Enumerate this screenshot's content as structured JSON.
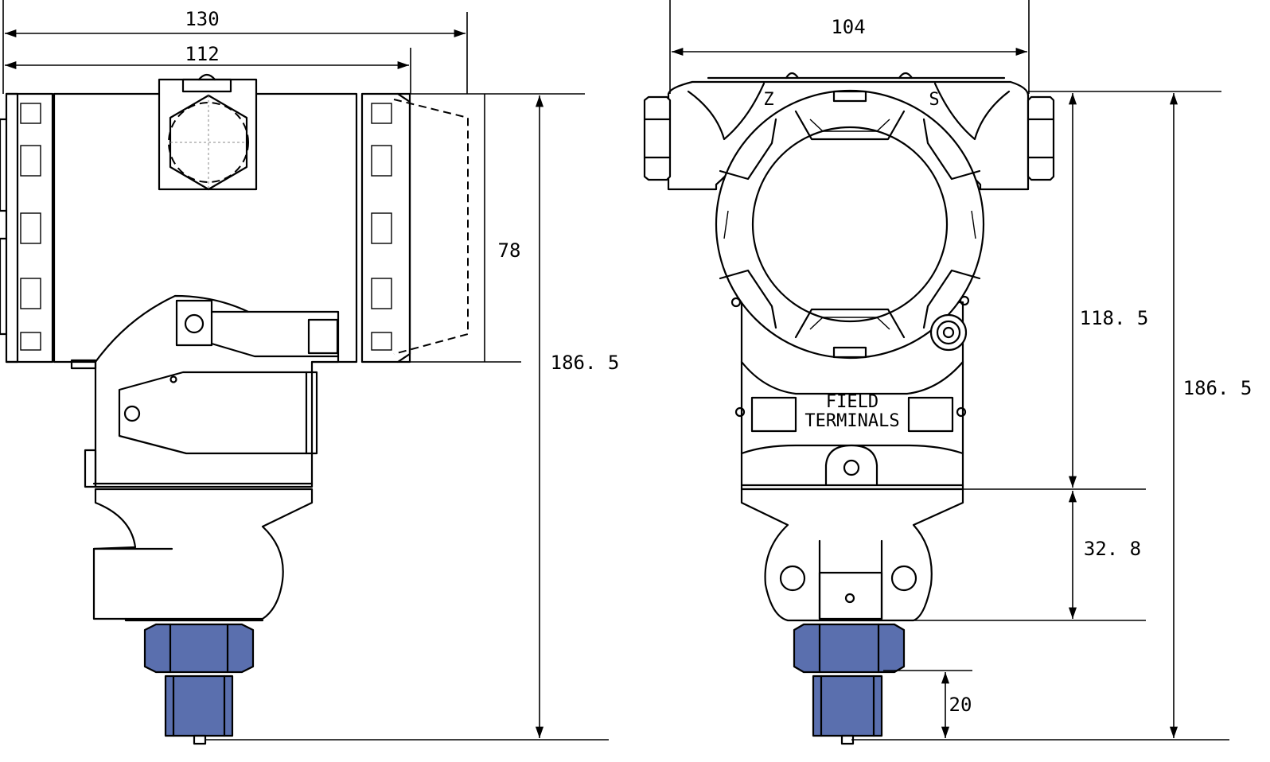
{
  "diagram": {
    "fitting_color": "#5a6fae",
    "side_view": {
      "dim_overall_width": "130",
      "dim_housing_width": "112",
      "dim_housing_height": "78",
      "dim_total_height": "186. 5"
    },
    "front_view": {
      "dim_width": "104",
      "dim_upper_height": "118. 5",
      "dim_middle_height": "32. 8",
      "dim_thread_length": "20",
      "dim_total_height": "186. 5",
      "port_label_left": "Z",
      "port_label_right": "S",
      "terminal_label_line1": "FIELD",
      "terminal_label_line2": "TERMINALS"
    }
  }
}
